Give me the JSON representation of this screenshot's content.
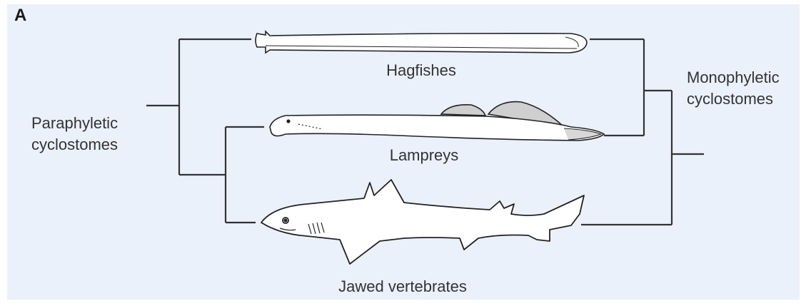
{
  "panel_letter": "A",
  "left_group": {
    "lines": [
      "Paraphyletic",
      "cyclostomes"
    ]
  },
  "right_group": {
    "lines": [
      "Monophyletic",
      "cyclostomes"
    ]
  },
  "taxa": [
    {
      "label": "Hagfishes",
      "icon": "hagfish-icon"
    },
    {
      "label": "Lampreys",
      "icon": "lamprey-icon"
    },
    {
      "label": "Jawed vertebrates",
      "icon": "shark-icon"
    }
  ],
  "colors": {
    "background": "#eaf1fa",
    "line": "#333333",
    "text": "#333333"
  }
}
